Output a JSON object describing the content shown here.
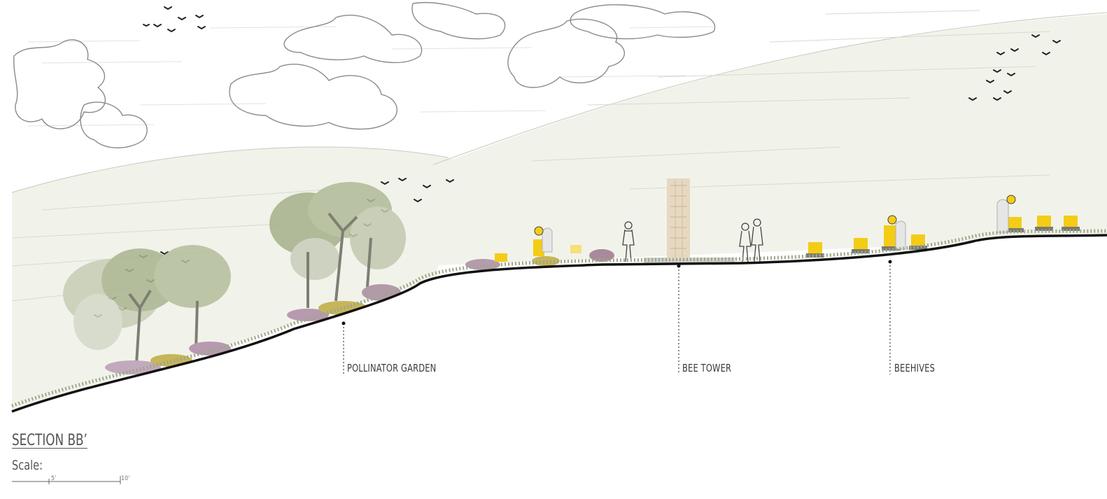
{
  "section": {
    "title": "SECTION BB’",
    "scale_label": "Scale:",
    "scale_ticks": [
      "5’",
      "10’"
    ]
  },
  "callouts": {
    "pollinator_garden": "POLLINATOR GARDEN",
    "bee_tower": "BEE TOWER",
    "beehives": "BEEHIVES"
  },
  "colors": {
    "hill": "#f1f3ea",
    "ground_line": "#111111",
    "hive_yellow": "#f4cc16",
    "tree_green": "#a9b48f",
    "flowers": "#b79ab0",
    "cloud_stroke": "#8a8a8a"
  }
}
